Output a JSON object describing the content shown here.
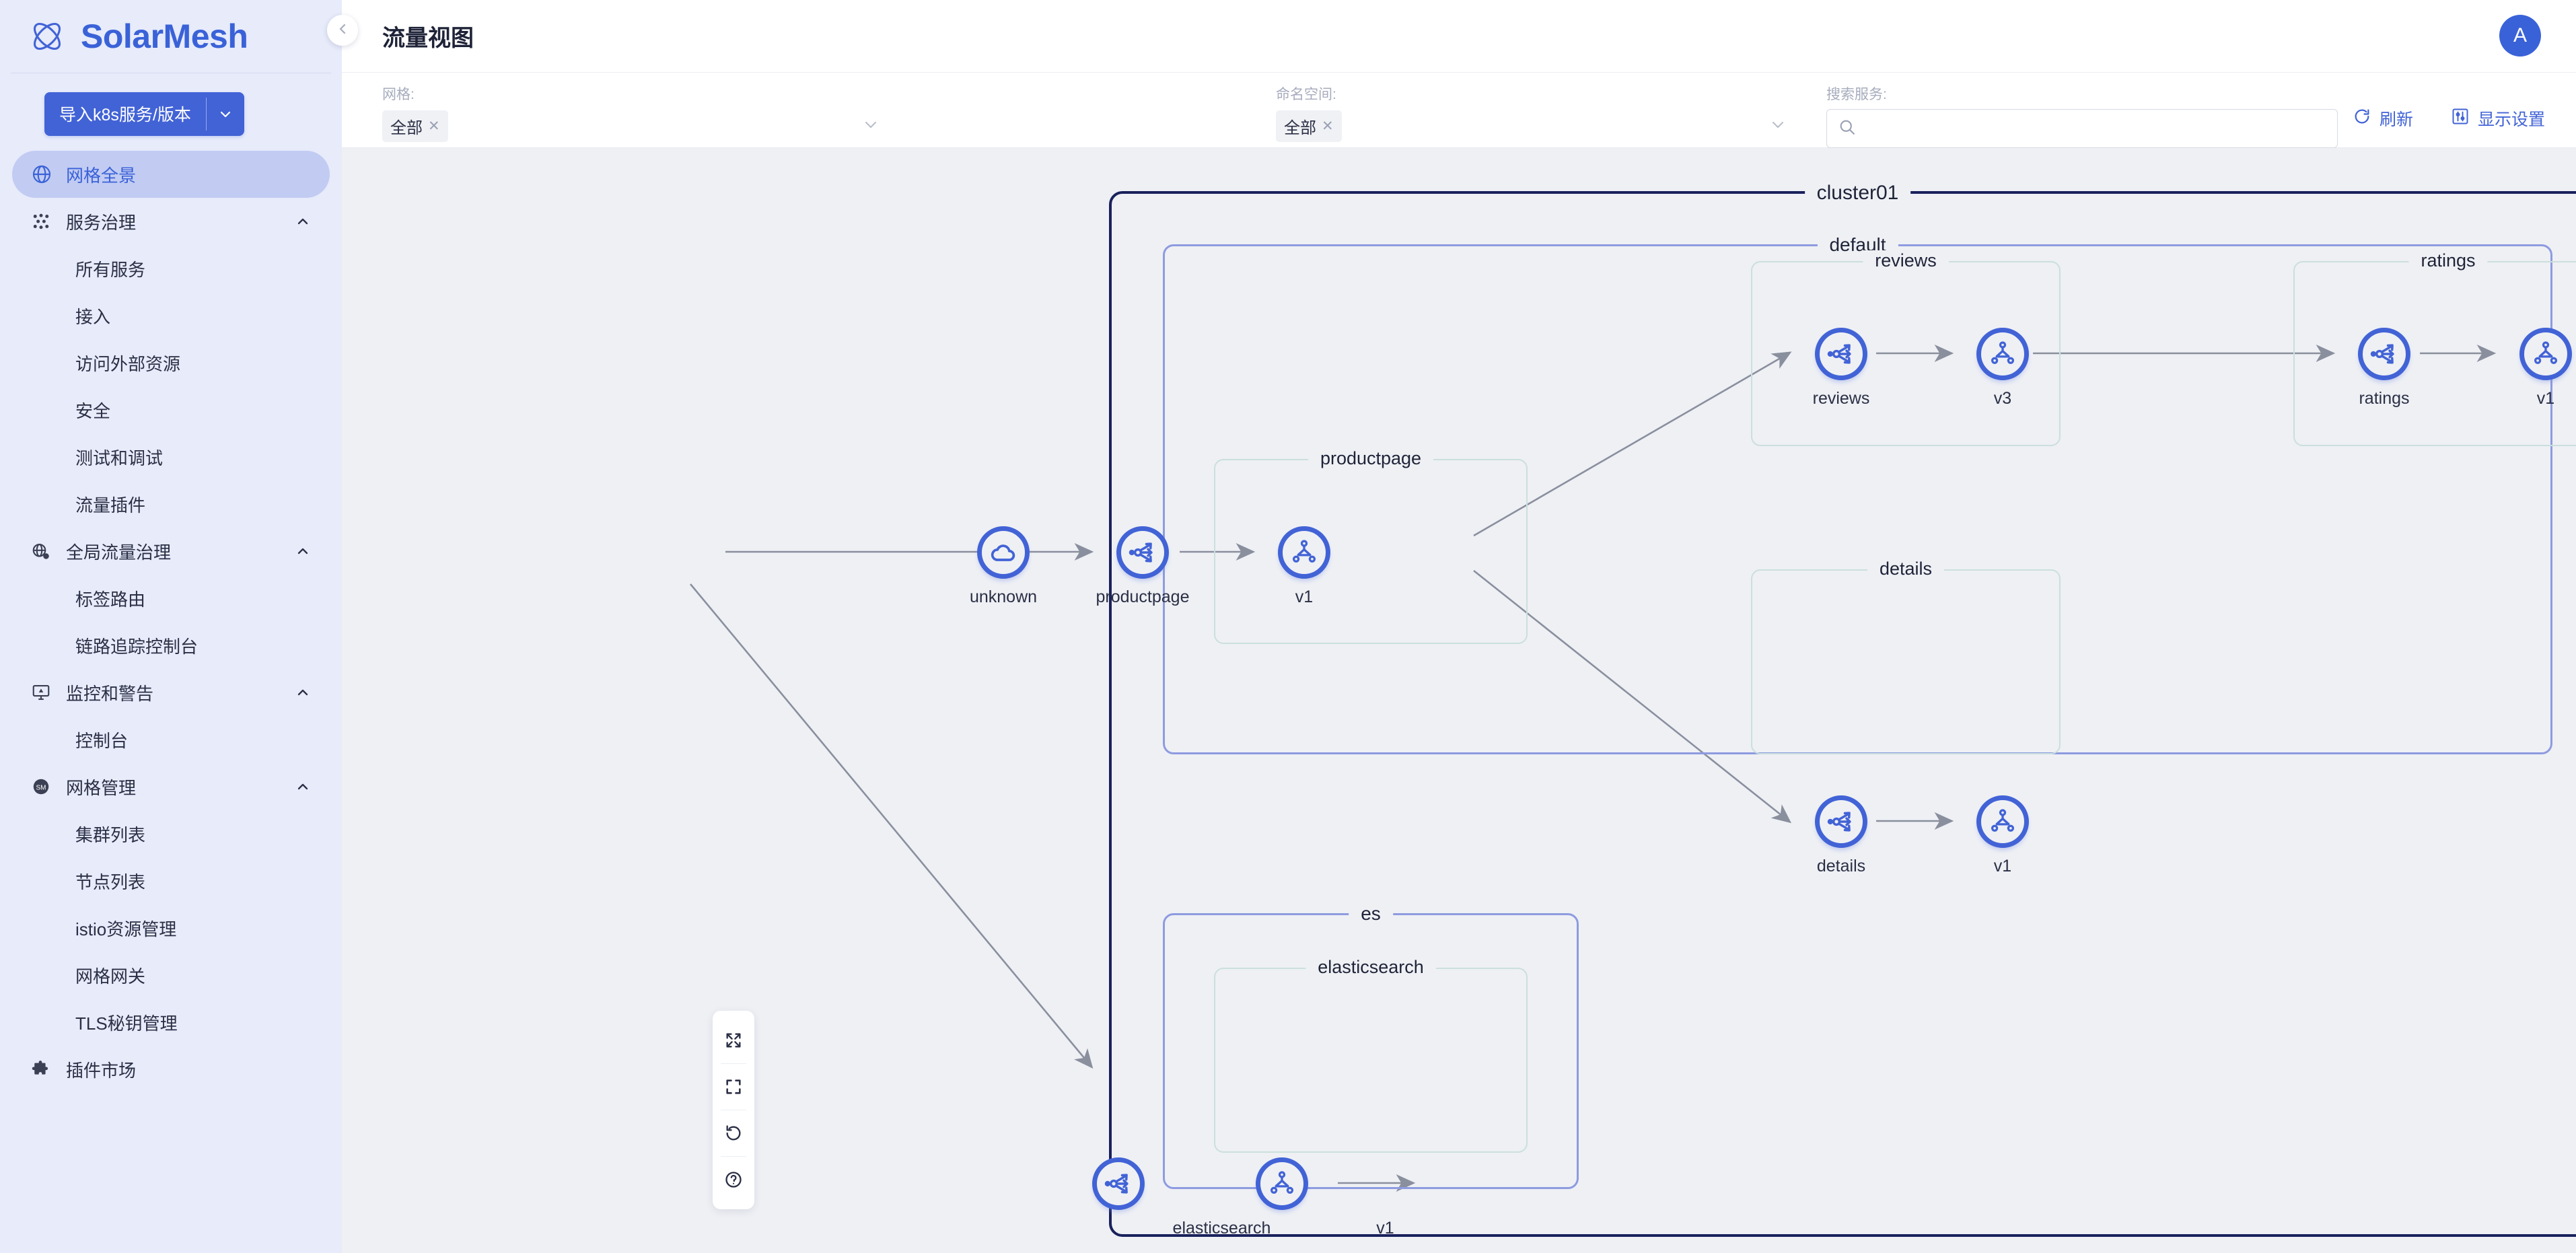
{
  "brand": {
    "name": "SolarMesh",
    "logo_icon": "atom-logo-icon"
  },
  "sidebar": {
    "import_button": {
      "label": "导入k8s服务/版本",
      "caret_icon": "chevron-down-icon"
    },
    "items": [
      {
        "label": "网格全景",
        "icon": "globe-icon",
        "type": "item",
        "active": true
      },
      {
        "label": "服务治理",
        "icon": "scatter-nodes-icon",
        "type": "group",
        "caret_icon": "chevron-up-icon"
      },
      {
        "label": "所有服务",
        "type": "sub"
      },
      {
        "label": "接入",
        "type": "sub"
      },
      {
        "label": "访问外部资源",
        "type": "sub"
      },
      {
        "label": "安全",
        "type": "sub"
      },
      {
        "label": "测试和调试",
        "type": "sub"
      },
      {
        "label": "流量插件",
        "type": "sub"
      },
      {
        "label": "全局流量治理",
        "icon": "globe-gear-icon",
        "type": "group",
        "caret_icon": "chevron-up-icon"
      },
      {
        "label": "标签路由",
        "type": "sub"
      },
      {
        "label": "链路追踪控制台",
        "type": "sub"
      },
      {
        "label": "监控和警告",
        "icon": "monitor-alert-icon",
        "type": "group",
        "caret_icon": "chevron-up-icon"
      },
      {
        "label": "控制台",
        "type": "sub"
      },
      {
        "label": "网格管理",
        "icon": "sm-badge-icon",
        "type": "group",
        "caret_icon": "chevron-up-icon"
      },
      {
        "label": "集群列表",
        "type": "sub"
      },
      {
        "label": "节点列表",
        "type": "sub"
      },
      {
        "label": "istio资源管理",
        "type": "sub"
      },
      {
        "label": "网格网关",
        "type": "sub"
      },
      {
        "label": "TLS秘钥管理",
        "type": "sub"
      },
      {
        "label": "插件市场",
        "icon": "puzzle-icon",
        "type": "item"
      }
    ]
  },
  "header": {
    "title": "流量视图",
    "collapse_icon": "chevron-left-icon",
    "avatar_initial": "A"
  },
  "filters": {
    "mesh": {
      "label": "网格:",
      "value": "全部",
      "remove_icon": "close-icon",
      "caret_icon": "chevron-down-icon"
    },
    "namespace": {
      "label": "命名空间:",
      "value": "全部",
      "remove_icon": "close-icon",
      "caret_icon": "chevron-down-icon"
    },
    "search": {
      "label": "搜索服务:",
      "value": "",
      "placeholder": "",
      "icon": "search-icon"
    },
    "actions": [
      {
        "label": "刷新",
        "icon": "refresh-icon"
      },
      {
        "label": "显示设置",
        "icon": "sliders-icon"
      }
    ]
  },
  "zoom_tools": [
    {
      "name": "expand-arrows-icon",
      "label": "expand"
    },
    {
      "name": "fit-screen-icon",
      "label": "fit"
    },
    {
      "name": "reset-icon",
      "label": "reset"
    },
    {
      "name": "help-icon",
      "label": "help"
    }
  ],
  "graph": {
    "colors": {
      "cluster_border": "#19215c",
      "namespace_border": "#8e9be0",
      "service_border": "#cbdfdd",
      "node_ring": "#4263d6",
      "edge": "#8a8f9e",
      "canvas_bg": "#eef0f4"
    },
    "cluster": {
      "label": "cluster01"
    },
    "namespaces": [
      {
        "label": "default"
      },
      {
        "label": "es"
      }
    ],
    "services": [
      {
        "label": "productpage"
      },
      {
        "label": "reviews"
      },
      {
        "label": "ratings"
      },
      {
        "label": "details"
      },
      {
        "label": "elasticsearch"
      }
    ],
    "nodes": [
      {
        "id": "unknown",
        "label": "unknown",
        "icon": "cloud-icon",
        "kind": "external"
      },
      {
        "id": "productpage-svc",
        "label": "productpage",
        "icon": "service-route-icon",
        "kind": "service"
      },
      {
        "id": "productpage-v1",
        "label": "v1",
        "icon": "workload-icon",
        "kind": "version"
      },
      {
        "id": "reviews-svc",
        "label": "reviews",
        "icon": "service-route-icon",
        "kind": "service"
      },
      {
        "id": "reviews-v3",
        "label": "v3",
        "icon": "workload-icon",
        "kind": "version"
      },
      {
        "id": "ratings-svc",
        "label": "ratings",
        "icon": "service-route-icon",
        "kind": "service"
      },
      {
        "id": "ratings-v1",
        "label": "v1",
        "icon": "workload-icon",
        "kind": "version"
      },
      {
        "id": "details-svc",
        "label": "details",
        "icon": "service-route-icon",
        "kind": "service"
      },
      {
        "id": "details-v1",
        "label": "v1",
        "icon": "workload-icon",
        "kind": "version"
      },
      {
        "id": "elasticsearch-svc",
        "label": "elasticsearch",
        "icon": "service-route-icon",
        "kind": "service"
      },
      {
        "id": "elasticsearch-v1",
        "label": "v1",
        "icon": "workload-icon",
        "kind": "version"
      }
    ],
    "edges": [
      {
        "from": "unknown",
        "to": "productpage-svc"
      },
      {
        "from": "unknown",
        "to": "elasticsearch-svc"
      },
      {
        "from": "productpage-svc",
        "to": "productpage-v1"
      },
      {
        "from": "productpage-v1",
        "to": "reviews-svc"
      },
      {
        "from": "productpage-v1",
        "to": "details-svc"
      },
      {
        "from": "reviews-svc",
        "to": "reviews-v3"
      },
      {
        "from": "reviews-v3",
        "to": "ratings-svc"
      },
      {
        "from": "ratings-svc",
        "to": "ratings-v1"
      },
      {
        "from": "details-svc",
        "to": "details-v1"
      },
      {
        "from": "elasticsearch-svc",
        "to": "elasticsearch-v1"
      }
    ]
  }
}
